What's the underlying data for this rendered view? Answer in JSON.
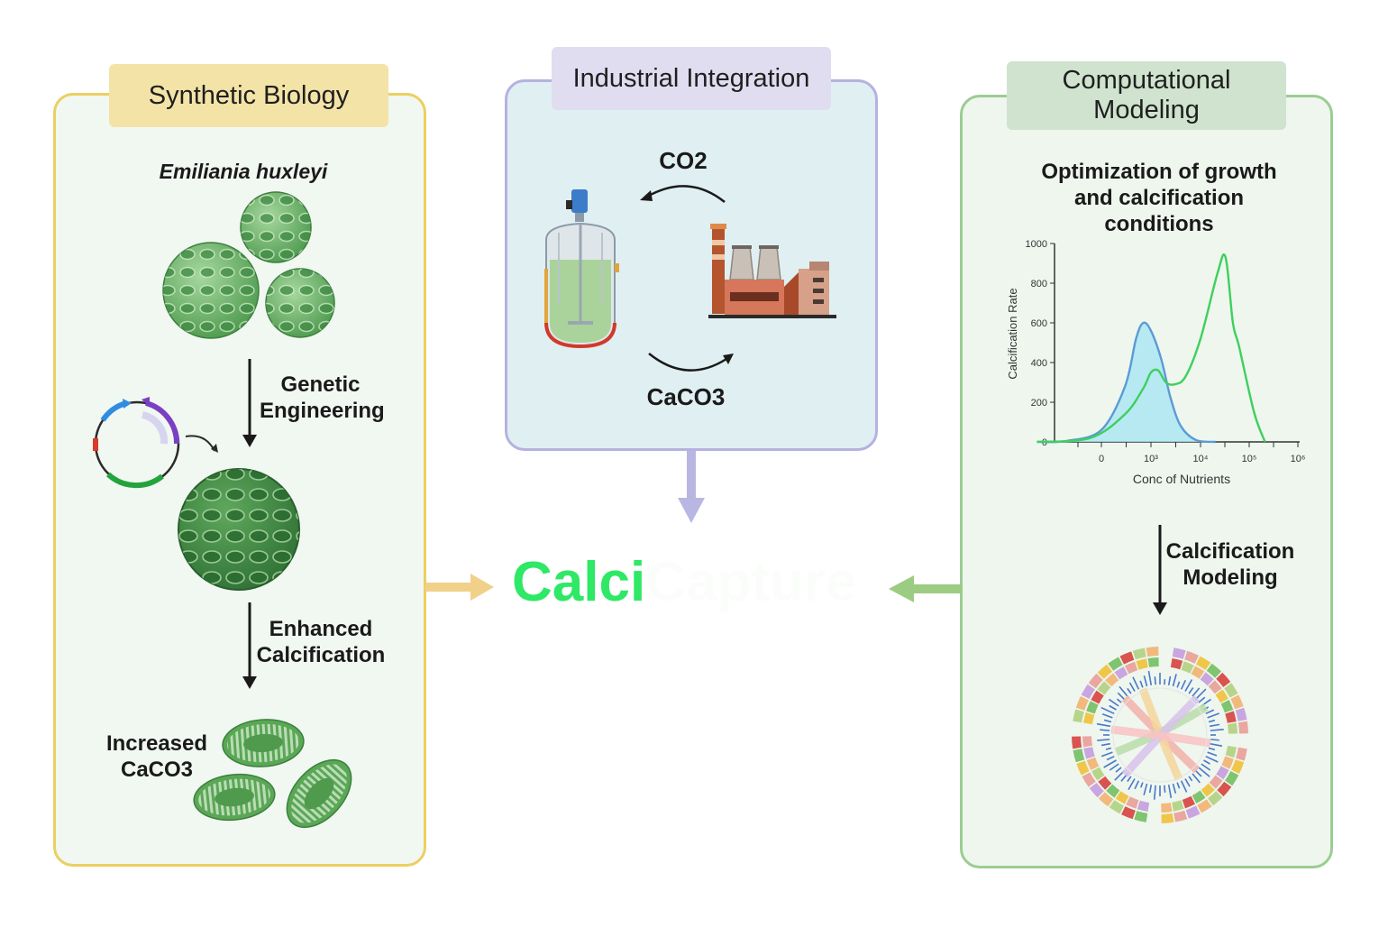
{
  "panels": {
    "synthetic_biology": {
      "title": "Synthetic Biology",
      "organism": "Emiliania huxleyi",
      "step1": "Genetic Engineering",
      "step2": "Enhanced Calcification",
      "result": "Increased CaCO3"
    },
    "industrial_integration": {
      "title": "Industrial Integration",
      "input_label": "CO2",
      "output_label": "CaCO3"
    },
    "computational_modeling": {
      "title": "Computational Modeling",
      "chart_title": "Optimization of growth and calcification conditions",
      "step_label": "Calcification Modeling"
    }
  },
  "brand": {
    "part1": "Calci",
    "part2": "Capture"
  },
  "colors": {
    "synbio_border": "#eccf62",
    "synbio_title_bg": "#f3e3a6",
    "industrial_border": "#b5b2df",
    "industrial_title_bg": "#e1ddf0",
    "modeling_border": "#9ccc93",
    "modeling_title_bg": "#cfe3cf",
    "brand_green": "#2ee866",
    "blue_series": "#5b9bd5",
    "green_series": "#3fcf5e"
  },
  "chart_data": {
    "type": "area",
    "xlabel": "Conc of Nutrients",
    "ylabel": "Calcification Rate",
    "x_tick_labels": [
      "0",
      "10³",
      "10⁴",
      "10⁵",
      "10⁶"
    ],
    "y_tick_labels": [
      "0",
      "200",
      "400",
      "600",
      "800",
      "1000"
    ],
    "ylim": [
      0,
      1000
    ],
    "x_scale": "log",
    "grid": false,
    "series": [
      {
        "color": "#5b9bd5",
        "fill": "#a8e6f2",
        "x": [
          5,
          20,
          100,
          300,
          500,
          700,
          1000,
          1600,
          2500,
          4000,
          8000,
          20000
        ],
        "y": [
          0,
          5,
          60,
          280,
          520,
          600,
          560,
          420,
          220,
          80,
          10,
          0
        ]
      },
      {
        "color": "#3fcf5e",
        "x": [
          5,
          60,
          300,
          700,
          1000,
          1400,
          2000,
          3000,
          5000,
          10000,
          22000,
          32000,
          45000,
          60000,
          120000,
          200000
        ],
        "y": [
          0,
          20,
          140,
          270,
          350,
          360,
          300,
          290,
          330,
          520,
          850,
          930,
          600,
          480,
          150,
          0
        ]
      }
    ]
  }
}
